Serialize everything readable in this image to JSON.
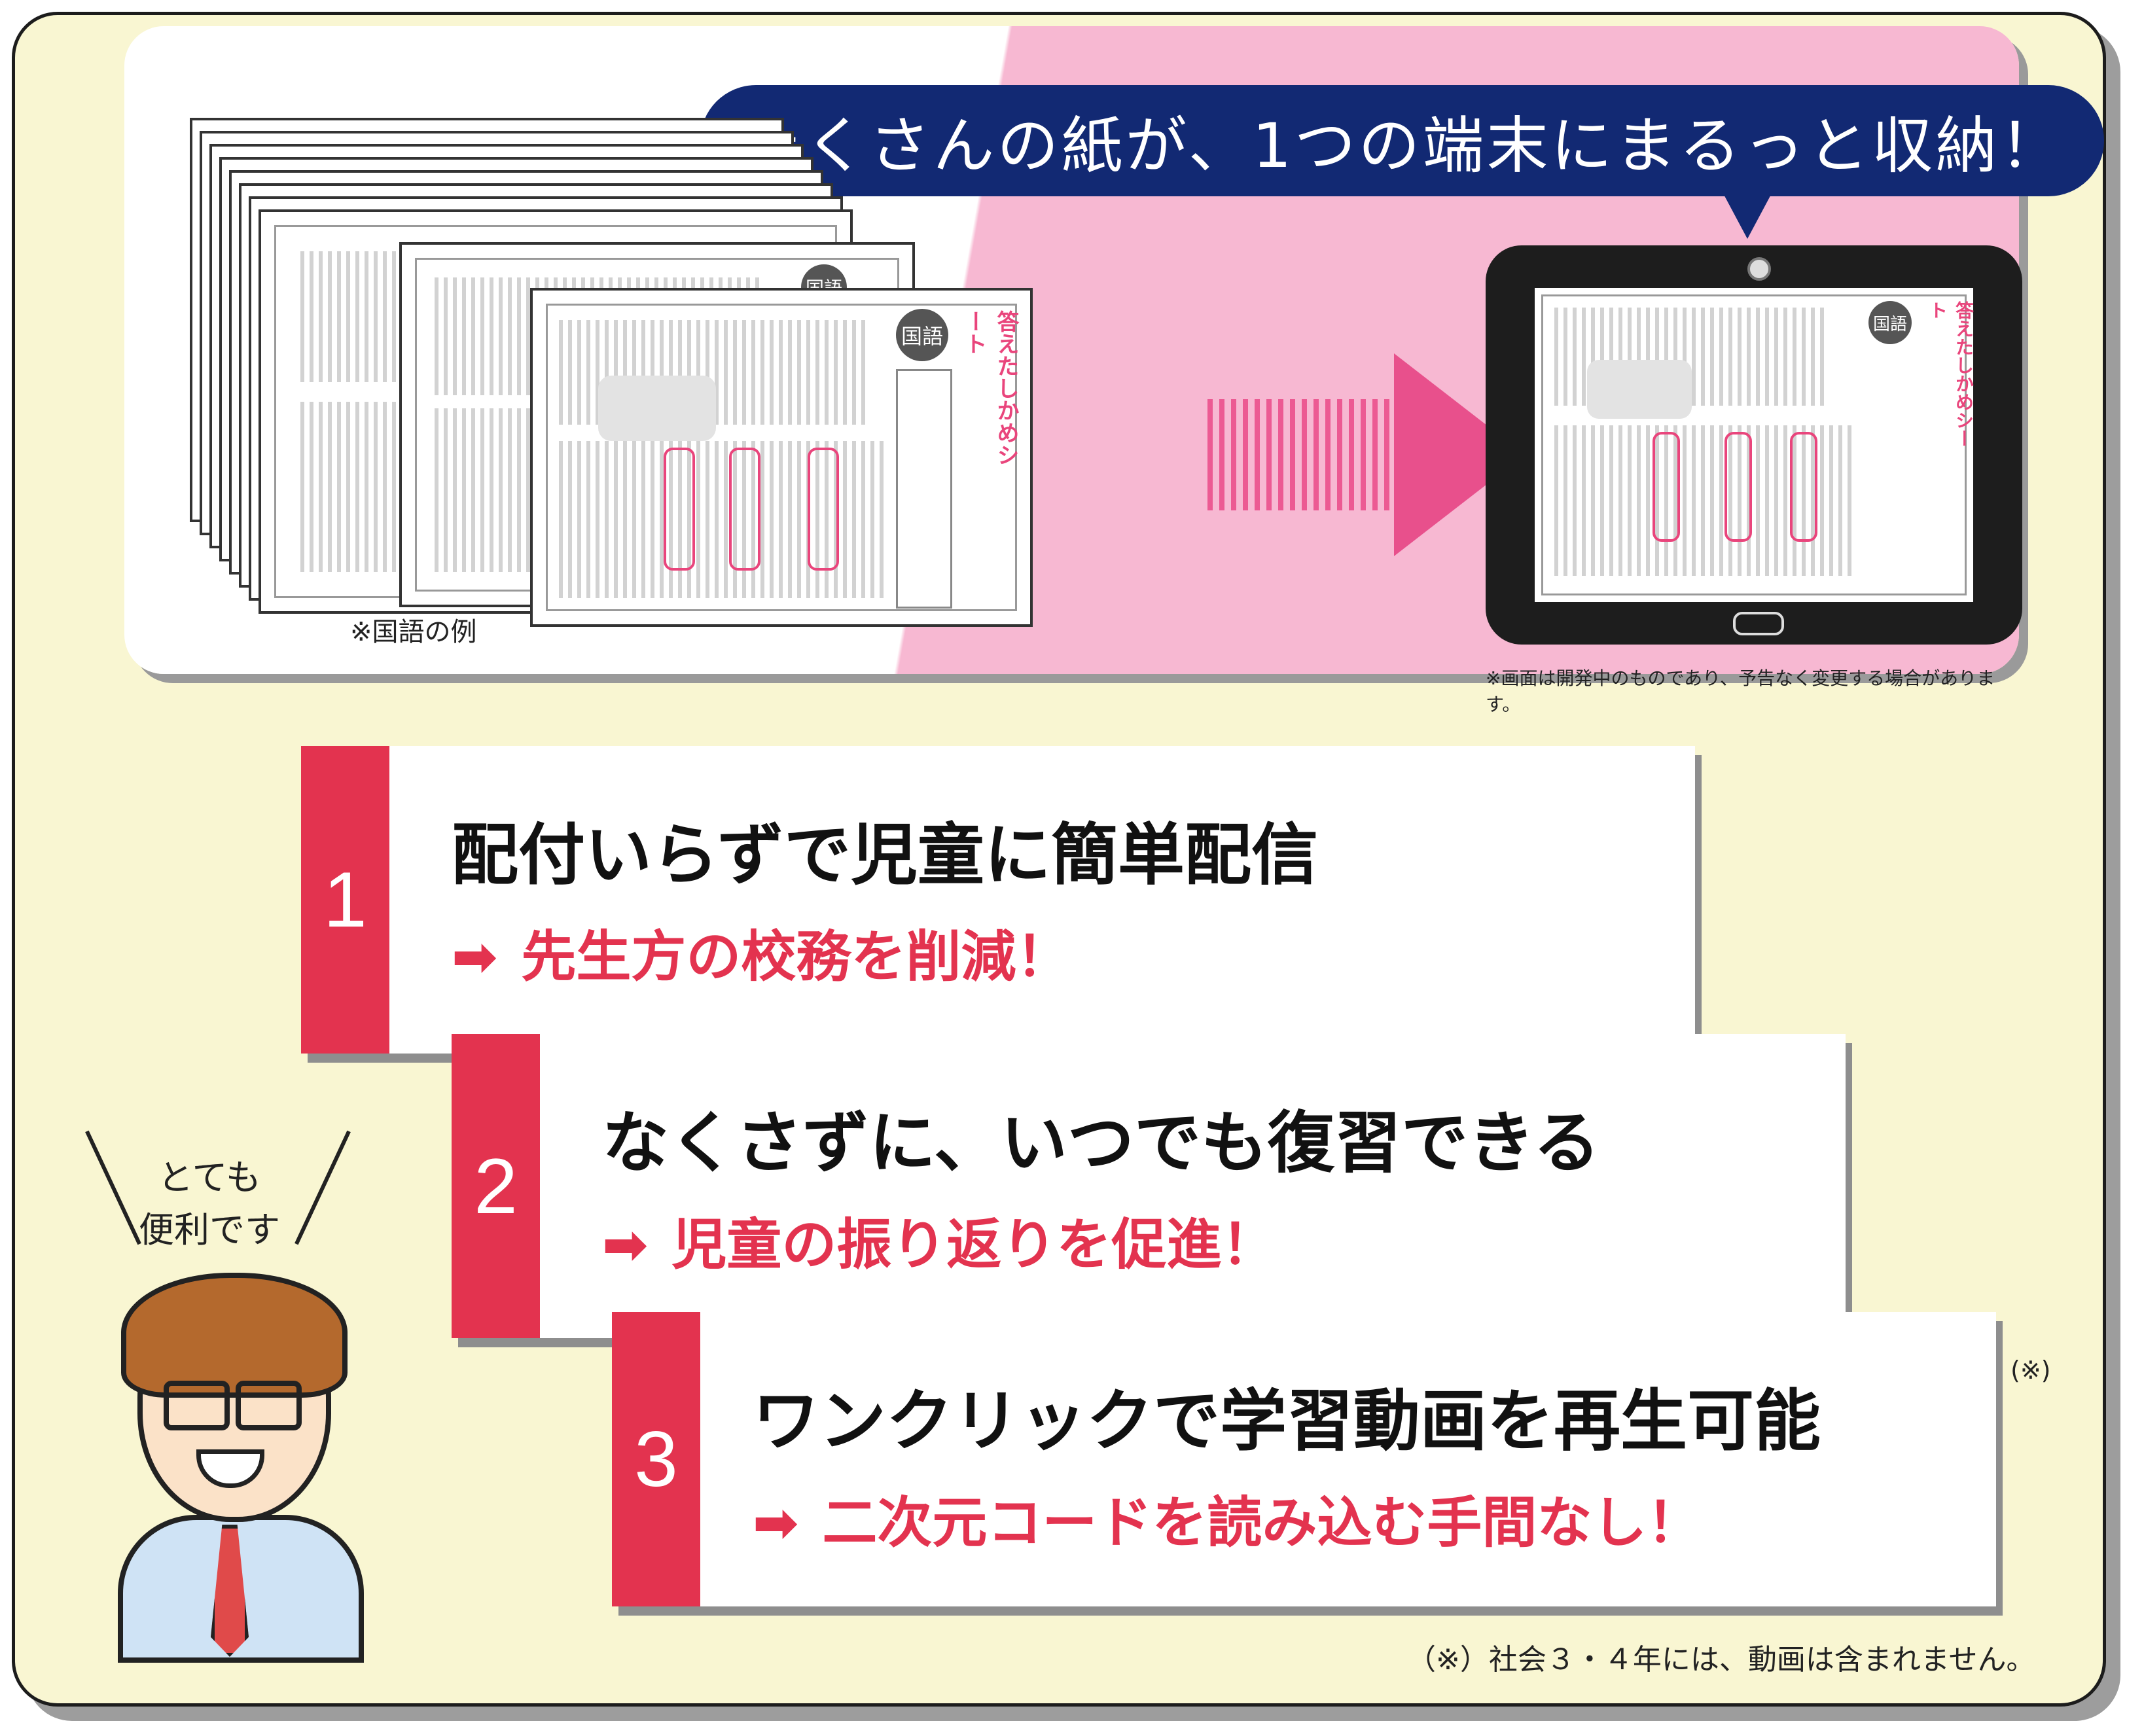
{
  "header": {
    "bubble_text": "たくさんの紙が、1つの端末にまるっと収納！",
    "note_example": "※国語の例",
    "note_screen": "※画面は開発中のものであり、予告なく変更する場合があります。"
  },
  "sheet": {
    "subject_label": "国語",
    "title": "答えたしかめシート"
  },
  "features": [
    {
      "number": "1",
      "title": "配付いらずで児童に簡単配信",
      "arrow": "➡",
      "subtitle": "先生方の校務を削減！"
    },
    {
      "number": "2",
      "title": "なくさずに、いつでも復習できる",
      "arrow": "➡",
      "subtitle": "児童の振り返りを促進！"
    },
    {
      "number": "3",
      "title": "ワンクリックで学習動画を再生可能",
      "arrow": "➡",
      "subtitle": "二次元コードを読み込む手間なし！"
    }
  ],
  "footnote_mark": "(※)",
  "footnote": "（※）社会３・４年には、動画は含まれません。",
  "teacher": {
    "line1": "とても",
    "line2": "便利です"
  },
  "colors": {
    "accent_red": "#e3334f",
    "bubble_navy": "#122973",
    "pink": "#f7b8d2",
    "cream": "#f9f6d2"
  }
}
